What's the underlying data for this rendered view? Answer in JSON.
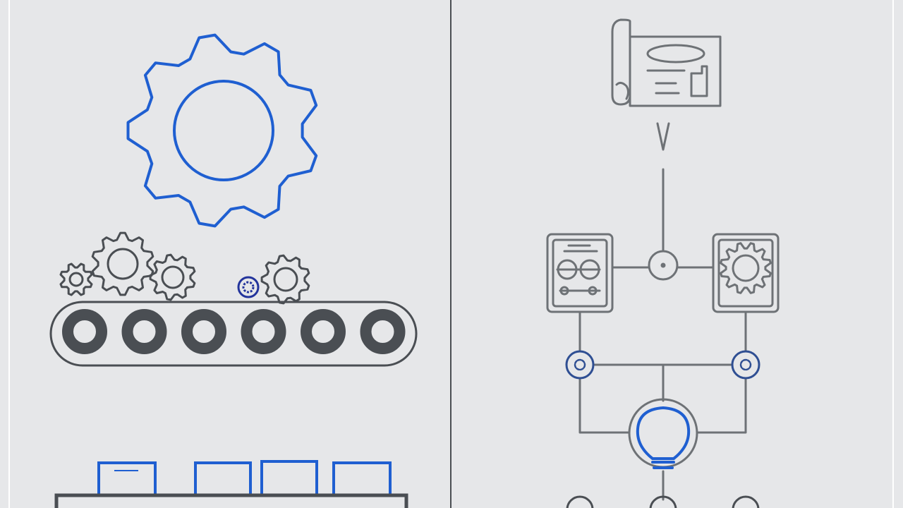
{
  "diagram": {
    "panels": [
      "manufacturing-panel",
      "workflow-panel"
    ],
    "colors": {
      "background": "#e6e7e9",
      "accent": "#1f5fd1",
      "line": "#6e7276",
      "dark": "#4a4e53"
    },
    "left_panel": {
      "icons": [
        "large-gear-icon",
        "small-gear-icon",
        "conveyor-belt",
        "box-icon"
      ],
      "conveyor_roller_count": 6,
      "box_count": 4
    },
    "right_panel": {
      "icons": [
        "blueprint-scroll-icon",
        "control-panel-icon",
        "gear-machine-icon",
        "lightbulb-icon"
      ],
      "flow": [
        "blueprint",
        "junction",
        "control-unit",
        "gear-machine",
        "connector-nodes",
        "lightbulb",
        "output-nodes"
      ]
    }
  }
}
